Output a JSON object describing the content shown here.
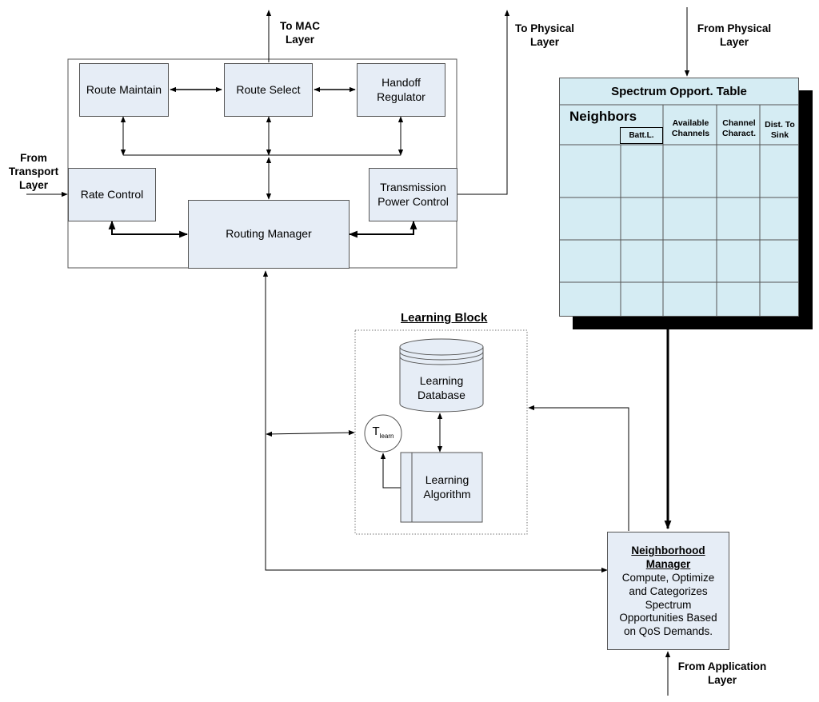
{
  "external": {
    "to_mac": "To MAC\nLayer",
    "to_physical": "To Physical\nLayer",
    "from_physical": "From Physical\nLayer",
    "from_transport": "From\nTransport\nLayer",
    "from_application": "From Application\nLayer"
  },
  "routing_block": {
    "route_maintain": "Route Maintain",
    "route_select": "Route Select",
    "handoff_regulator": "Handoff\nRegulator",
    "rate_control": "Rate Control",
    "routing_manager": "Routing Manager",
    "transmission_power_control": "Transmission\nPower Control"
  },
  "spectrum_table": {
    "title": "Spectrum Opport. Table",
    "neighbors": "Neighbors",
    "battery": "Batt.L.",
    "columns": [
      "Available\nChannels",
      "Channel\nCharact.",
      "Dist. To\nSink"
    ]
  },
  "learning_block": {
    "title": "Learning Block",
    "database": "Learning\nDatabase",
    "algorithm": "Learning\nAlgorithm",
    "t_learn_main": "T",
    "t_learn_sub": "learn"
  },
  "neighborhood_manager": {
    "title": "Neighborhood\nManager",
    "body": "Compute, Optimize\nand Categorizes\nSpectrum\nOpportunities Based\non QoS Demands."
  },
  "colors": {
    "box_fill": "#e6edf6",
    "table_fill": "#d5ecf3",
    "line": "#000000"
  }
}
